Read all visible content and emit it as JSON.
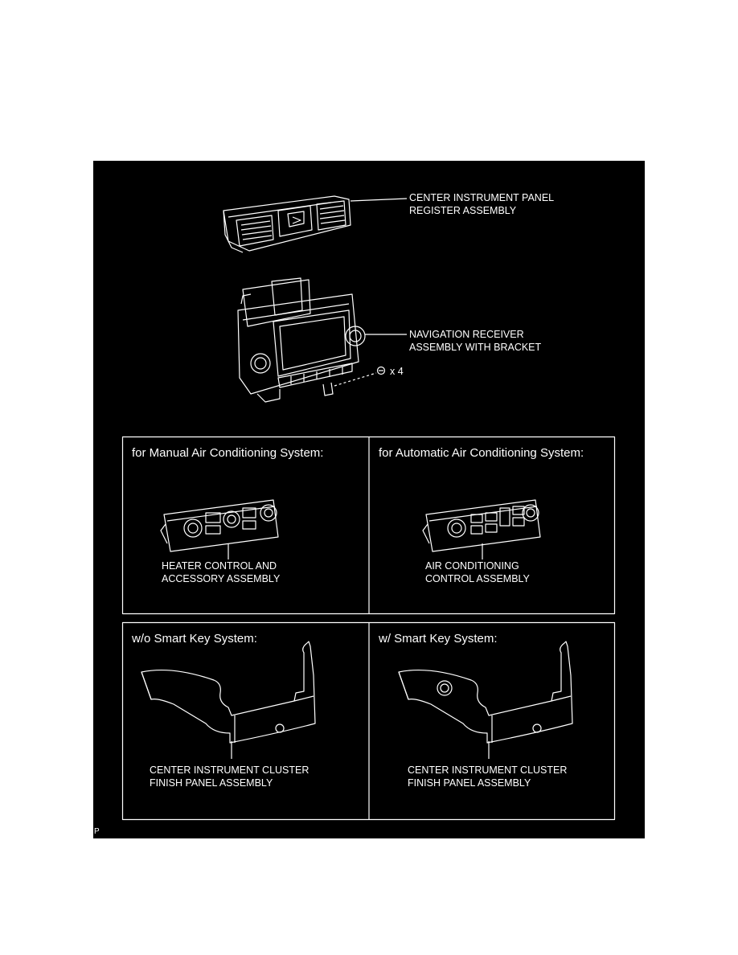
{
  "figure": {
    "background": "#000000",
    "line_color": "#ffffff",
    "register_label": "CENTER INSTRUMENT PANEL\nREGISTER ASSEMBLY",
    "nav_label": "NAVIGATION RECEIVER\nASSEMBLY WITH BRACKET",
    "screw_count": "x 4",
    "ac_section": {
      "left_heading": "for Manual Air Conditioning System:",
      "left_label": "HEATER CONTROL AND\nACCESSORY ASSEMBLY",
      "right_heading": "for Automatic Air Conditioning System:",
      "right_label": "AIR CONDITIONING\nCONTROL ASSEMBLY"
    },
    "cluster_section": {
      "left_heading": "w/o Smart Key System:",
      "left_label": "CENTER INSTRUMENT CLUSTER\nFINISH PANEL ASSEMBLY",
      "right_heading": "w/ Smart Key System:",
      "right_label": "CENTER INSTRUMENT CLUSTER\nFINISH PANEL ASSEMBLY"
    },
    "corner_mark": "P"
  }
}
